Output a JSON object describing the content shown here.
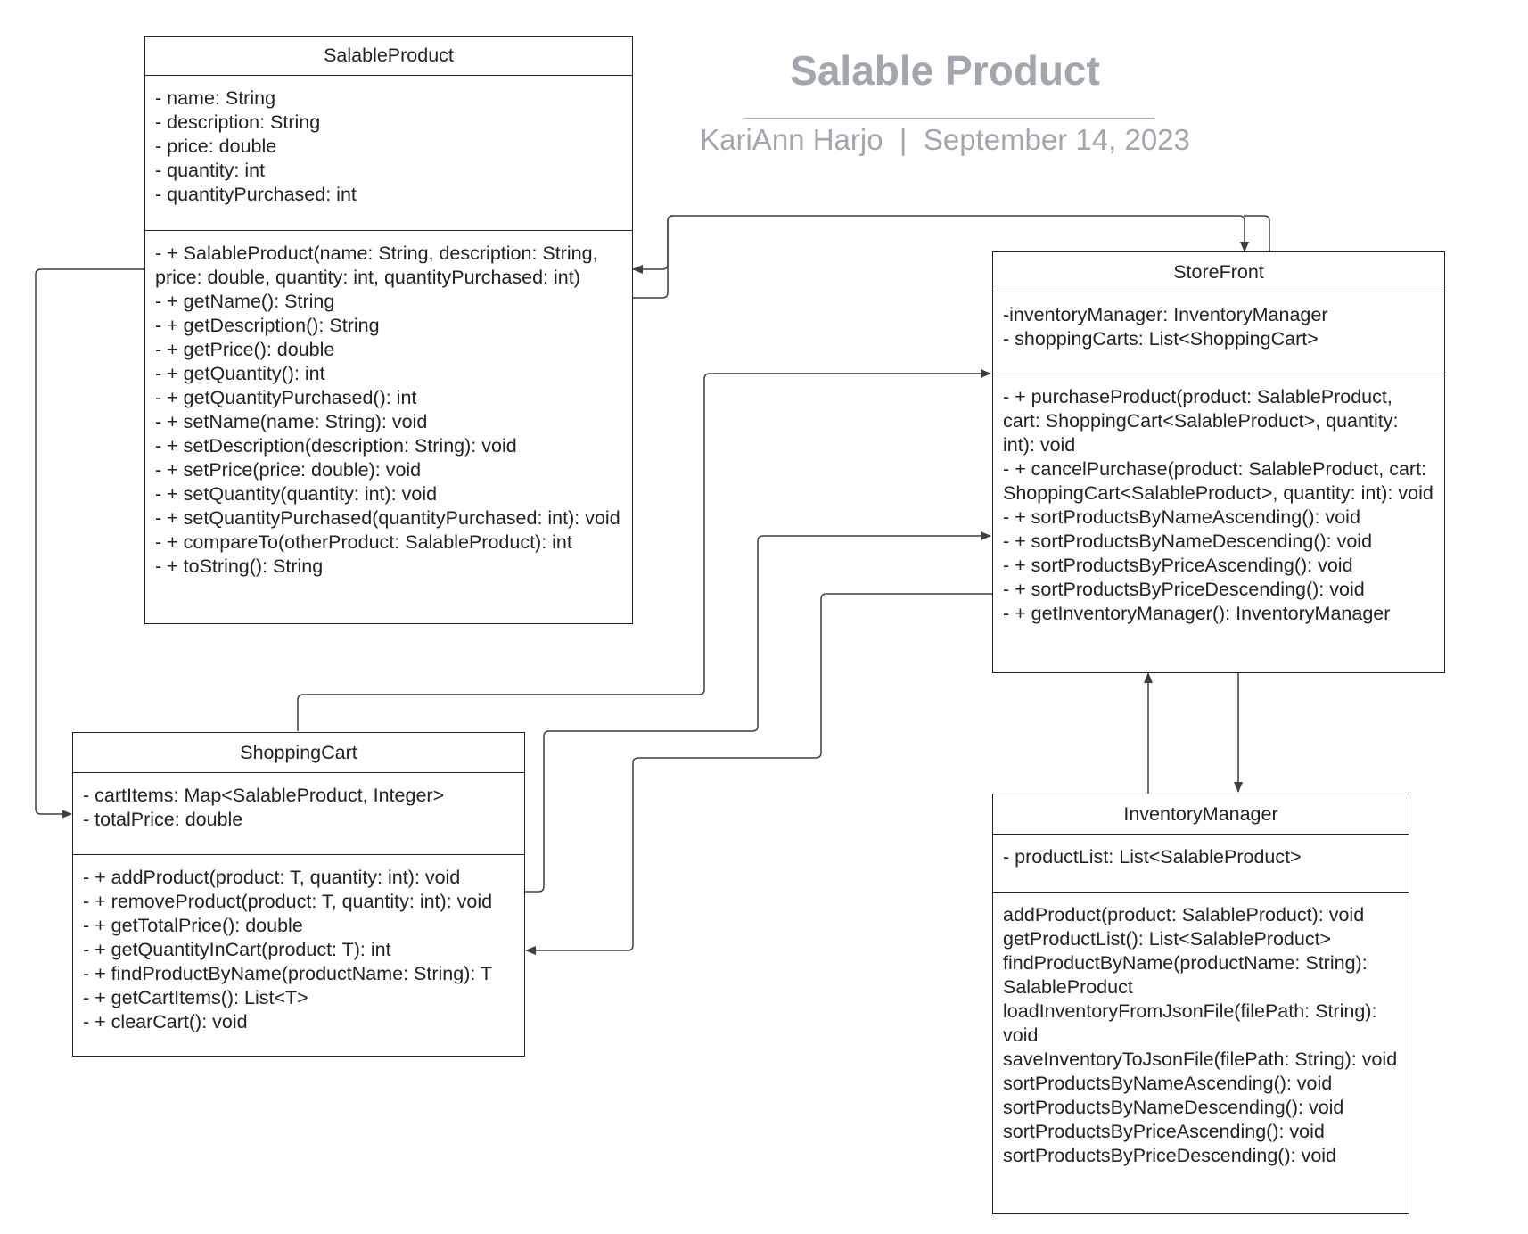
{
  "header": {
    "title": "Salable Product",
    "author": "KariAnn Harjo",
    "separator": "|",
    "date": "September 14, 2023"
  },
  "classes": {
    "salable_product": {
      "name": "SalableProduct",
      "attributes": [
        "- name: String",
        "- description: String",
        "- price: double",
        "- quantity: int",
        "- quantityPurchased: int"
      ],
      "methods": [
        "- + SalableProduct(name: String, description: String, price: double, quantity: int, quantityPurchased: int)",
        "- + getName(): String",
        "- + getDescription(): String",
        "- + getPrice(): double",
        "- + getQuantity(): int",
        "- + getQuantityPurchased(): int",
        "- + setName(name: String): void",
        "- + setDescription(description: String): void",
        "- + setPrice(price: double): void",
        "- + setQuantity(quantity: int): void",
        "- + setQuantityPurchased(quantityPurchased: int): void",
        "- + compareTo(otherProduct: SalableProduct): int",
        "- + toString(): String"
      ]
    },
    "store_front": {
      "name": "StoreFront",
      "attributes": [
        "-inventoryManager: InventoryManager",
        "- shoppingCarts: List<ShoppingCart>"
      ],
      "methods": [
        "- + purchaseProduct(product: SalableProduct, cart: ShoppingCart<SalableProduct>, quantity: int): void",
        "- + cancelPurchase(product: SalableProduct, cart: ShoppingCart<SalableProduct>, quantity: int): void",
        "- + sortProductsByNameAscending(): void",
        "- + sortProductsByNameDescending(): void",
        "- + sortProductsByPriceAscending(): void",
        "- + sortProductsByPriceDescending(): void",
        "- + getInventoryManager(): InventoryManager"
      ]
    },
    "shopping_cart": {
      "name": "ShoppingCart",
      "attributes": [
        "- cartItems: Map<SalableProduct, Integer>",
        "- totalPrice: double"
      ],
      "methods": [
        "- + addProduct(product: T, quantity: int): void",
        "- + removeProduct(product: T, quantity: int): void",
        "- + getTotalPrice(): double",
        "- + getQuantityInCart(product: T): int",
        "- + findProductByName(productName: String): T",
        "- + getCartItems(): List<T>",
        "- + clearCart(): void"
      ]
    },
    "inventory_manager": {
      "name": "InventoryManager",
      "attributes": [
        "- productList: List<SalableProduct>"
      ],
      "methods": [
        "addProduct(product: SalableProduct): void",
        "getProductList(): List<SalableProduct>",
        "findProductByName(productName: String): SalableProduct",
        "loadInventoryFromJsonFile(filePath: String): void",
        "saveInventoryToJsonFile(filePath: String): void",
        "sortProductsByNameAscending(): void",
        "sortProductsByNameDescending(): void",
        "sortProductsByPriceAscending(): void",
        "sortProductsByPriceDescending(): void"
      ]
    }
  },
  "colors": {
    "line": "#3d3f44",
    "border": "#222222",
    "title": "#a2a7ae"
  }
}
